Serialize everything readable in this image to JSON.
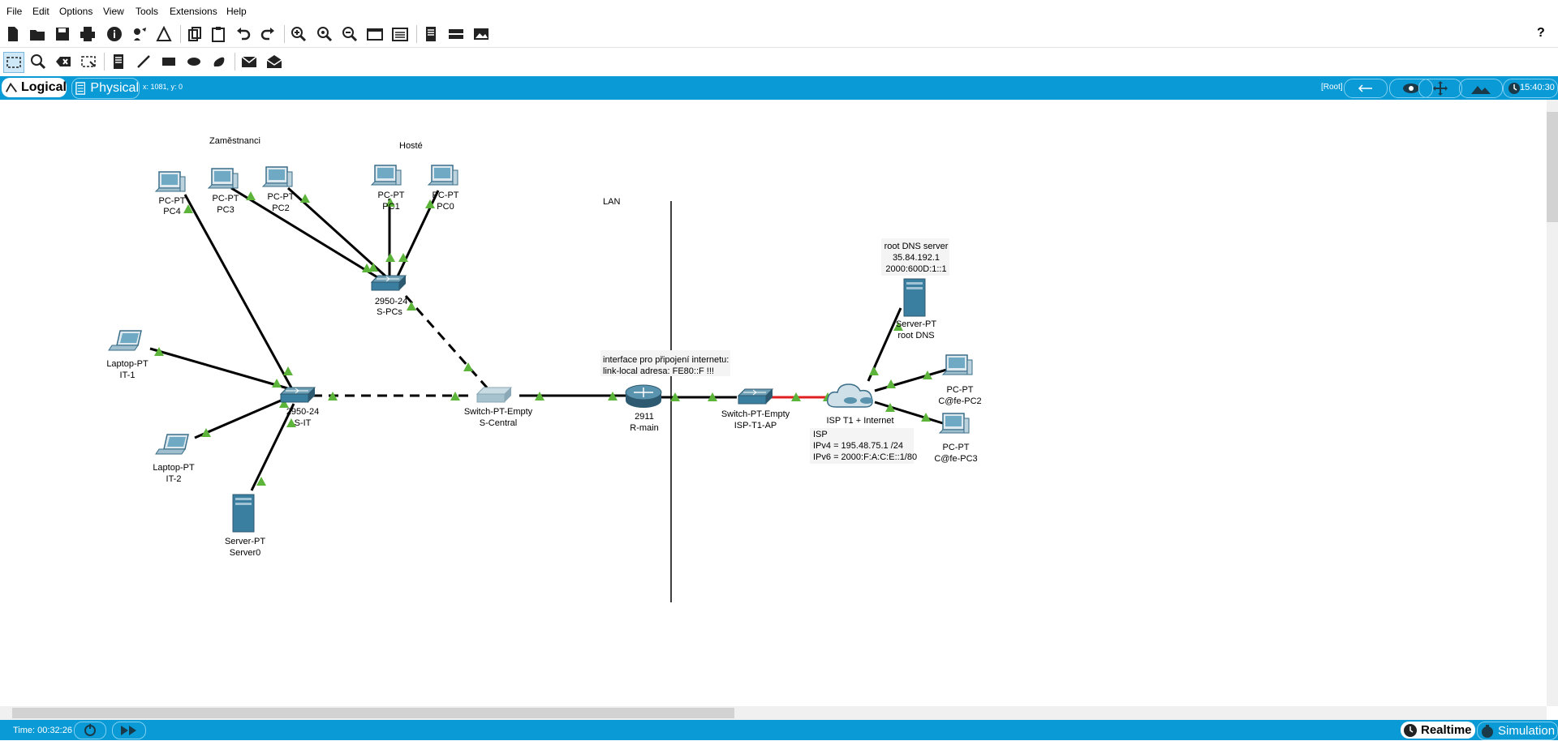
{
  "menu": [
    "File",
    "Edit",
    "Options",
    "View",
    "Tools",
    "Extensions",
    "Help"
  ],
  "help_symbol": "?",
  "toolbar_icons": [
    "new-icon",
    "open-icon",
    "save-icon",
    "print-icon",
    "info-icon",
    "wizard-icon",
    "palette-icon",
    "copy-icon",
    "paste-icon",
    "undo-icon",
    "redo-icon",
    "zoom-in-icon",
    "zoom-reset-icon",
    "zoom-out-icon",
    "window-icon",
    "panel-icon",
    "notes-icon",
    "device-template-icon",
    "image-icon"
  ],
  "tools": [
    "select-icon",
    "inspect-icon",
    "delete-icon",
    "resize-icon",
    "note-icon",
    "line-icon",
    "rectangle-icon",
    "ellipse-icon",
    "freeform-icon",
    "pdu-simple-icon",
    "pdu-complex-icon"
  ],
  "workspace_bar": {
    "logical_label": "Logical",
    "physical_label": "Physical",
    "coords": "x: 1081, y: 0",
    "root_label": "[Root]",
    "clock": "15:40:30"
  },
  "canvas": {
    "notes": {
      "zamestnanci": "Zaměstnanci",
      "hoste": "Hosté",
      "lan": "LAN",
      "iface1": "interface pro připojení internetu:",
      "iface2": "link-local adresa: FE80::F  !!!",
      "dns1": "root DNS server",
      "dns2": "35.84.192.1",
      "dns3": "2000:600D:1::1",
      "isp1": "ISP",
      "isp2": "IPv4 = 195.48.75.1 /24",
      "isp3": "IPv6 = 2000:F:A:C:E::1/80"
    },
    "devices": {
      "pc4": [
        "PC-PT",
        "PC4"
      ],
      "pc3": [
        "PC-PT",
        "PC3"
      ],
      "pc2": [
        "PC-PT",
        "PC2"
      ],
      "pc1": [
        "PC-PT",
        "PC1"
      ],
      "pc0": [
        "PC-PT",
        "PC0"
      ],
      "spcs": [
        "2950-24",
        "S-PCs"
      ],
      "it1": [
        "Laptop-PT",
        "IT-1"
      ],
      "it2": [
        "Laptop-PT",
        "IT-2"
      ],
      "sit": [
        "2950-24",
        "S-IT"
      ],
      "server0": [
        "Server-PT",
        "Server0"
      ],
      "scentral": [
        "Switch-PT-Empty",
        "S-Central"
      ],
      "rmain": [
        "2911",
        "R-main"
      ],
      "ispap": [
        "Switch-PT-Empty",
        "ISP-T1-AP"
      ],
      "isp": [
        "ISP T1 + Internet"
      ],
      "rootdns": [
        "Server-PT",
        "root DNS"
      ],
      "cfe2": [
        "PC-PT",
        "C@fe-PC2"
      ],
      "cfe3": [
        "PC-PT",
        "C@fe-PC3"
      ]
    }
  },
  "status": {
    "time": "Time: 00:32:26",
    "realtime": "Realtime",
    "simulation": "Simulation"
  },
  "colors": {
    "accent": "#0a9ad6",
    "link": "#000000",
    "port_up": "#5cb53a",
    "link_red": "#e02020",
    "device": "#3a7fa0"
  }
}
